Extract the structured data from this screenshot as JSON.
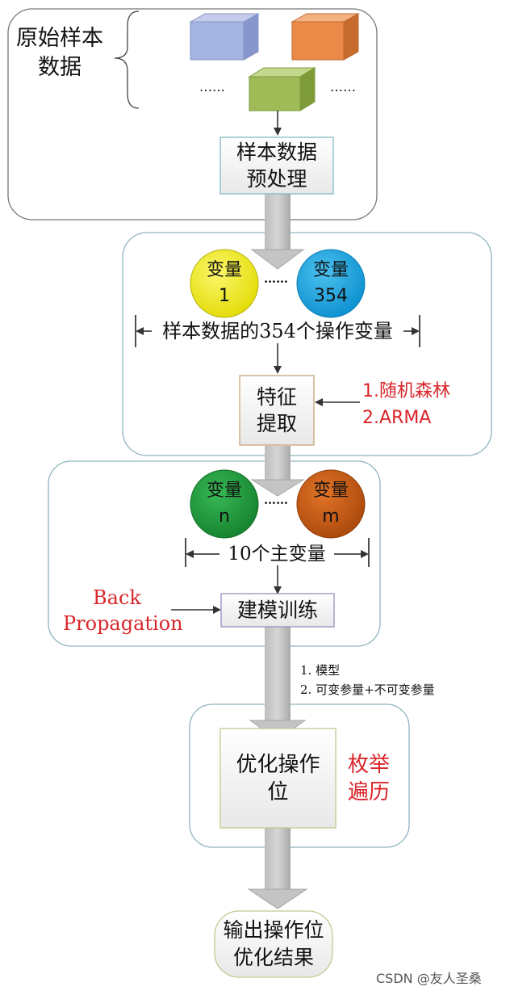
{
  "raw_data": {
    "label_line1": "原始样本",
    "label_line2": "数据",
    "ellipsis_left": "……",
    "ellipsis_right": "……"
  },
  "preprocess": {
    "line1": "样本数据",
    "line2": "预处理"
  },
  "variables_all": {
    "var1_line1": "变量",
    "var1_line2": "1",
    "var2_line1": "变量",
    "var2_line2": "354",
    "ellipsis": "……",
    "span_label": "样本数据的354个操作变量"
  },
  "feature_extraction": {
    "line1": "特征",
    "line2": "提取",
    "method1": "1.随机森林",
    "method2": "2.ARMA"
  },
  "main_variables": {
    "var_n_line1": "变量",
    "var_n_line2": "n",
    "var_m_line1": "变量",
    "var_m_line2": "m",
    "ellipsis": "……",
    "span_label": "10个主变量"
  },
  "training": {
    "label": "建模训练",
    "method_line1": "Back",
    "method_line2": "Propagation",
    "output1": "1. 模型",
    "output2": "2. 可变参量+不可变参量"
  },
  "optimize": {
    "line1": "优化操作",
    "line2": "位",
    "method_line1": "枚举",
    "method_line2": "遍历"
  },
  "result": {
    "line1": "输出操作位",
    "line2": "优化结果"
  },
  "watermark": "CSDN @友人圣桑",
  "colors": {
    "cube_blue": "#a4b3df",
    "cube_orange": "#eb8a48",
    "cube_green": "#9fbb57",
    "circle_yellow": "#f2ec14",
    "circle_blue": "#1fa2de",
    "circle_green": "#1f9a3c",
    "circle_brown": "#c8590f",
    "accent_red": "#d9262b"
  }
}
